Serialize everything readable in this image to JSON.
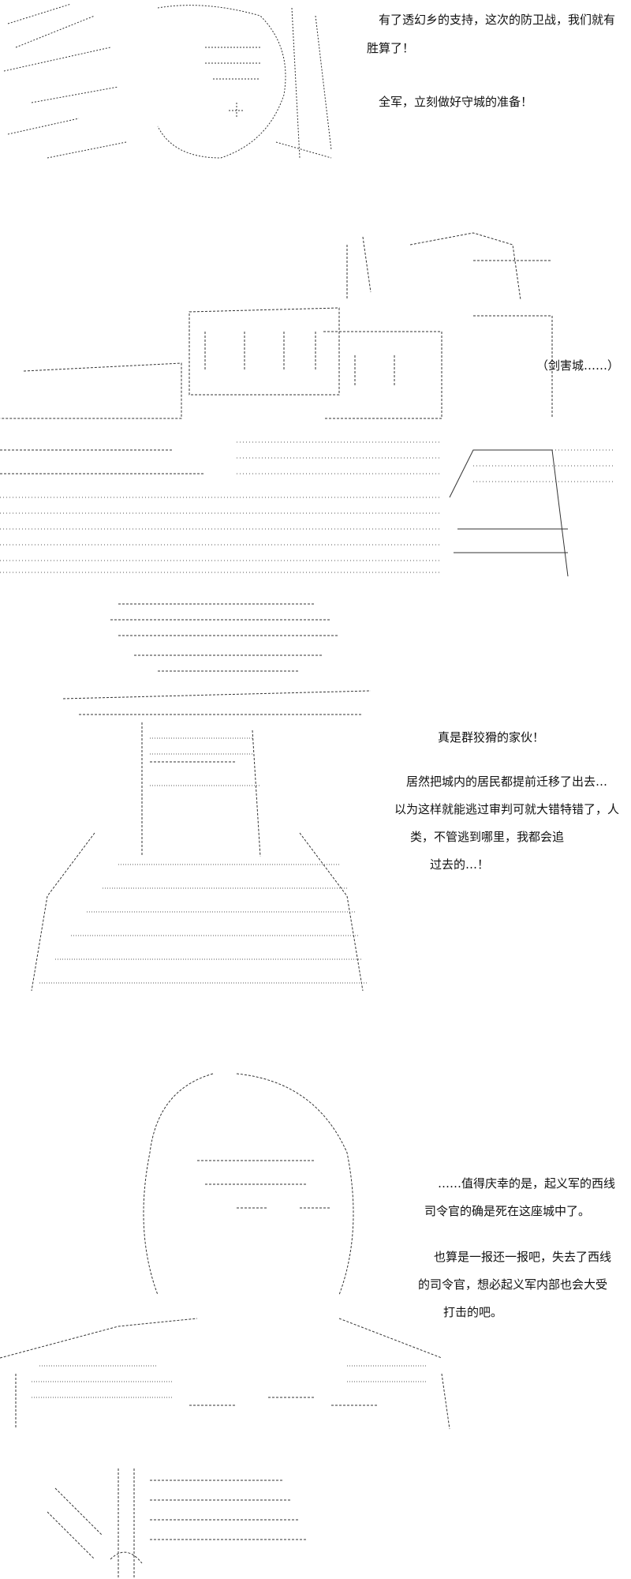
{
  "panels": [
    {
      "lines": [
        "有了透幻乡的支持，这次的防卫战，我们就有",
        "胜算了！",
        "全军，立刻做好守城的准备！"
      ]
    },
    {
      "lines": [
        "（剑害城……）"
      ]
    },
    {
      "lines": [
        "真是群狡猾的家伙！",
        "居然把城内的居民都提前迁移了出去…",
        "以为这样就能逃过审判可就大错特错了，人",
        "类，不管逃到哪里，我都会追",
        "过去的…！"
      ]
    },
    {
      "lines": [
        "……值得庆幸的是，起义军的西线",
        "司令官的确是死在这座城中了。",
        "也算是一报还一报吧，失去了西线",
        "的司令官，想必起义军内部也会大受",
        "打击的吧。"
      ]
    },
    {
      "lines": []
    }
  ]
}
